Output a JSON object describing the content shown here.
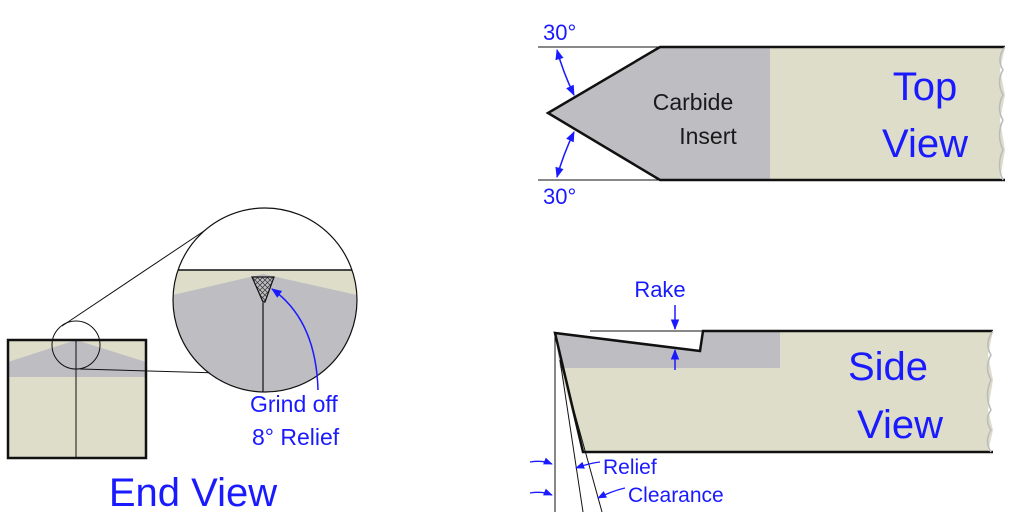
{
  "top_view": {
    "label_line1": "Top",
    "label_line2": "View",
    "insert_line1": "Carbide",
    "insert_line2": "Insert",
    "angle_top": "30°",
    "angle_bottom": "30°"
  },
  "side_view": {
    "label_line1": "Side",
    "label_line2": "View",
    "rake": "Rake",
    "relief": "Relief",
    "clearance": "Clearance"
  },
  "end_view": {
    "label": "End View",
    "note_line1": "Grind off",
    "note_line2": "8° Relief"
  },
  "colors": {
    "annotation": "#1a1aff",
    "tool_body": "#deddca",
    "carbide": "#bdbdc2",
    "outline": "#111111"
  }
}
